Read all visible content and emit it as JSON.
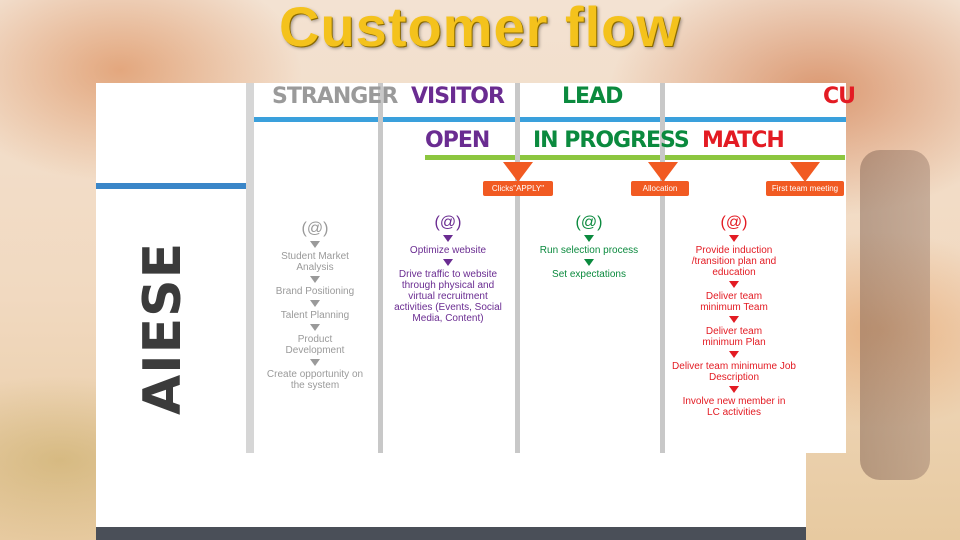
{
  "title": "Customer flow",
  "logo_text": "AIESEC",
  "stages_top": [
    "STRANGER",
    "VISITOR",
    "LEAD",
    "CU"
  ],
  "stages_bottom": [
    "OPEN",
    "IN PROGRESS",
    "MATCH"
  ],
  "triggers": [
    "Clicks\"APPLY\"",
    "Allocation",
    "First team meeting"
  ],
  "columns": {
    "stranger": {
      "icon": "(@)",
      "steps": [
        "Student Market Analysis",
        "Brand Positioning",
        "Talent Planning",
        "Product Development",
        "Create opportunity on the system"
      ]
    },
    "visitor": {
      "icon": "(@)",
      "steps": [
        "Optimize website",
        "Drive traffic to website through physical and virtual recruitment activities (Events, Social Media, Content)"
      ]
    },
    "lead": {
      "icon": "(@)",
      "steps": [
        "Run selection process",
        "Set expectations"
      ]
    },
    "match": {
      "icon": "(@)",
      "steps": [
        "Provide induction /transition plan and education",
        "Deliver team minimum Team",
        "Deliver team minimum Plan",
        "Deliver team minimume Job Description",
        "Involve new member in LC activities"
      ]
    }
  },
  "colors": {
    "title": "#f4c21c",
    "stranger": "#9a9a9a",
    "visitor": "#6a2c91",
    "open": "#6a2c91",
    "lead": "#0b8a3e",
    "match": "#e31b23",
    "trigger": "#f15a22",
    "blue_line": "#3aa0dc",
    "green_line": "#8cc63f"
  }
}
